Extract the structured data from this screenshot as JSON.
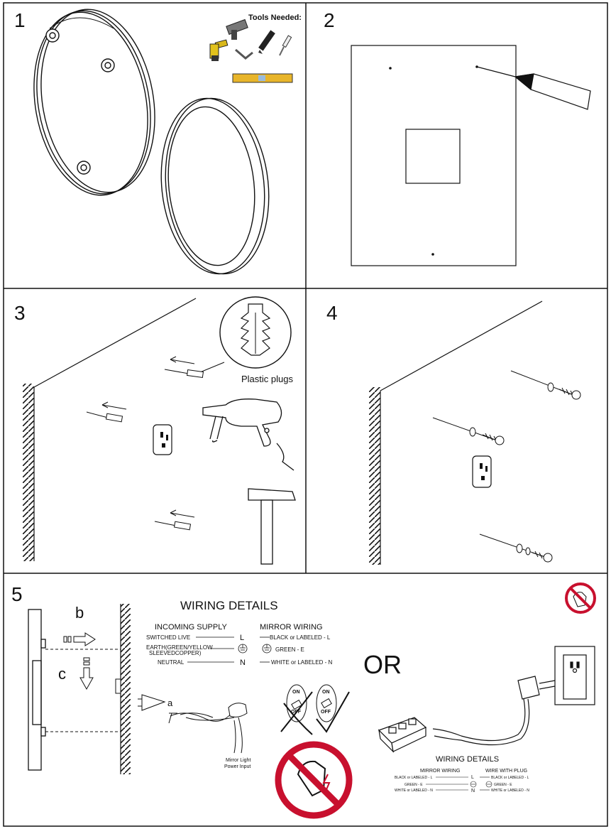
{
  "steps": [
    "1",
    "2",
    "3",
    "4",
    "5"
  ],
  "panel1": {
    "tools_title": "Tools Needed:"
  },
  "panel3": {
    "plugs_label": "Plastic plugs"
  },
  "panel5": {
    "label_b": "b",
    "label_c": "c",
    "label_a": "a",
    "wiring_title": "WIRING DETAILS",
    "incoming_supply": "INCOMING SUPPLY",
    "mirror_wiring": "MIRROR WIRING",
    "switched_live": "SWITCHED LIVE",
    "earth_line1": "EARTH(GREEN/YELLOW",
    "earth_line2": "SLEEVEDCOPPER)",
    "neutral": "NEUTRAL",
    "L": "L",
    "N": "N",
    "black_l": "BLACK or LABELED - L",
    "green_e": "GREEN - E",
    "white_n": "WHITE or LABELED - N",
    "mirror_light_1": "Mirror Light",
    "mirror_light_2": "Power Input",
    "on": "ON",
    "off": "OFF",
    "or": "OR",
    "small_title": "WIRING DETAILS",
    "small_mirror_wiring": "MIRROR WIRING",
    "wire_with_plug": "WIRE WITH PLUG",
    "small_black": "BLACK or LABELED - L",
    "small_green": "GREEN - E",
    "small_white": "WHITE or LABELED - N",
    "small_L": "L",
    "small_N": "N"
  }
}
